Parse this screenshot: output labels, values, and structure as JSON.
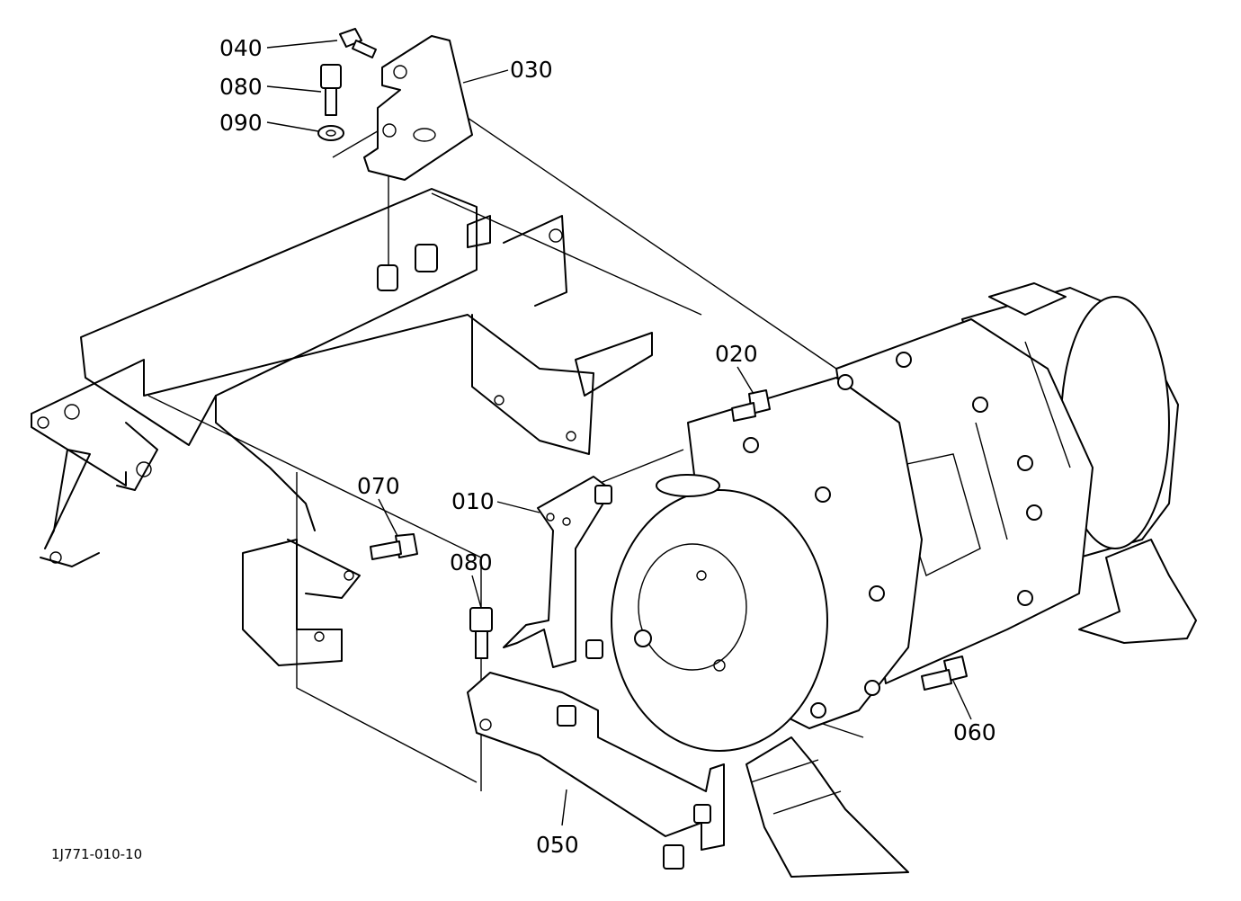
{
  "diagram": {
    "code": "1J771-010-10",
    "callouts": [
      {
        "id": "040",
        "label": "040"
      },
      {
        "id": "080a",
        "label": "080"
      },
      {
        "id": "090",
        "label": "090"
      },
      {
        "id": "030",
        "label": "030"
      },
      {
        "id": "020",
        "label": "020"
      },
      {
        "id": "070",
        "label": "070"
      },
      {
        "id": "010",
        "label": "010"
      },
      {
        "id": "080b",
        "label": "080"
      },
      {
        "id": "060",
        "label": "060"
      },
      {
        "id": "050",
        "label": "050"
      }
    ]
  }
}
